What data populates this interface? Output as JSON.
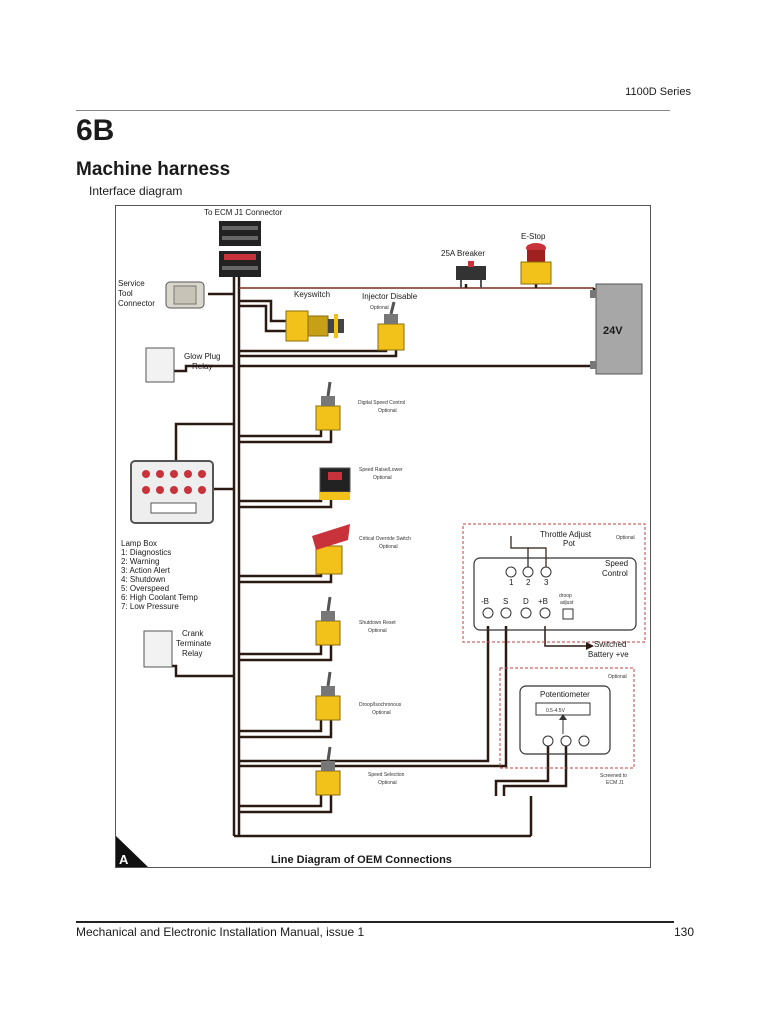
{
  "header": {
    "series": "1100D Series",
    "chapter": "6B",
    "section_title": "Machine harness",
    "subtitle": "Interface diagram"
  },
  "diagram": {
    "ecm_connector": "To ECM J1 Connector",
    "breaker": "25A Breaker",
    "estop": "E-Stop",
    "service_tool": [
      "Service",
      "Tool",
      "Connector"
    ],
    "keyswitch": "Keyswitch",
    "injector_disable": "Injector Disable",
    "optional": "Optional",
    "battery": "24V",
    "glow_plug_relay": [
      "Glow Plug",
      "Relay"
    ],
    "digital_speed_control": "Digital Speed Control",
    "speed_raise_lower": "Speed Raise/Lower",
    "critical_override": "Critical Override Switch",
    "shutdown_reset": "Shutdown Reset",
    "droop_isochronous": "Droop/Isochronous",
    "speed_selection": "Speed Selection",
    "lamp_box": [
      "Lamp Box",
      "1: Diagnostics",
      "2: Warning",
      "3: Action Alert",
      "4: Shutdown",
      "5: Overspeed",
      "6: High Coolant Temp",
      "7: Low Pressure"
    ],
    "crank_terminate_relay": [
      "Crank",
      "Terminate",
      "Relay"
    ],
    "throttle_adjust_pot": [
      "Throttle Adjust",
      "Pot"
    ],
    "speed_control": [
      "Speed",
      "Control"
    ],
    "pot_pins": [
      "1",
      "2",
      "3"
    ],
    "terminals": [
      "-B",
      "S",
      "D",
      "+B"
    ],
    "droop_adjust": [
      "droop",
      "adjust"
    ],
    "switched_battery": [
      "Switched",
      "Battery +ve"
    ],
    "potentiometer": "Potentiometer",
    "pot_range": "0.5-4.5V",
    "screened": [
      "Screened to",
      "ECM J1"
    ],
    "figure_letter": "A",
    "figure_caption": "Line Diagram of OEM Connections"
  },
  "footer": {
    "manual": "Mechanical and Electronic Installation Manual, issue 1",
    "page": "130"
  },
  "colors": {
    "wire": "#2b1a12",
    "wire_red": "#7a2a1a",
    "switch_yellow": "#f2c21a",
    "lamp_red": "#c8323a",
    "battery_gray": "#a7a7a7",
    "dashed_red": "#c04040"
  }
}
